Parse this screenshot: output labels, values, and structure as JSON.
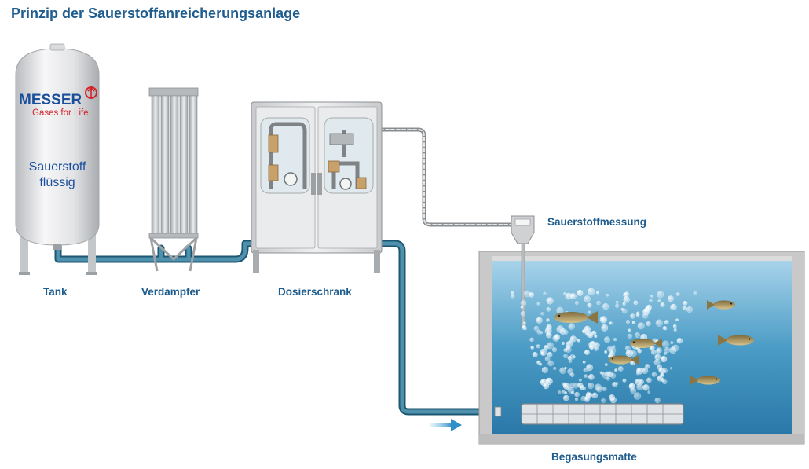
{
  "title": "Prinzip der Sauerstoffanreicherungsanlage",
  "tank": {
    "brand": "MESSER",
    "slogan": "Gases for Life",
    "content_line1": "Sauerstoff",
    "content_line2": "flüssig"
  },
  "labels": {
    "tank": "Tank",
    "vaporizer": "Verdampfer",
    "dosing_cabinet": "Dosierschrank",
    "oxygen_measurement": "Sauerstoffmessung",
    "aeration_mat": "Begasungsmatte"
  },
  "colors": {
    "title": "#1f5d8f",
    "brand": "#1b4f9c",
    "logo_red": "#d2232a",
    "pipe": "#2e6b86",
    "water": "#3a90bd",
    "concrete": "#c9c9c9"
  }
}
